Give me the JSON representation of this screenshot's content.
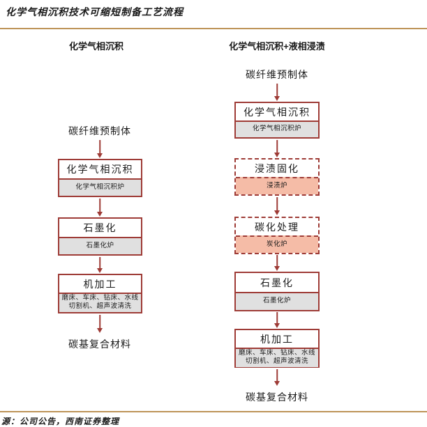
{
  "page": {
    "title": "化学气相沉积技术可缩短制备工艺流程",
    "footer": "源：公司公告，西南证券整理"
  },
  "colors": {
    "accent_line": "#BD9357",
    "box_border": "#9E3B36",
    "gray_fill": "#E0E0E0",
    "salmon_fill": "#F5BCA7",
    "arrow": "#9E3B36"
  },
  "left_flow": {
    "header": "化学气相沉积",
    "start_label": "碳纤维预制体",
    "end_label": "碳基复合材料",
    "steps": [
      {
        "name": "化学气相沉积",
        "equipment": "化学气相沉积炉",
        "style": "solid-gray"
      },
      {
        "name": "石墨化",
        "equipment": "石墨化炉",
        "style": "solid-gray"
      },
      {
        "name": "机加工",
        "equipment": "磨床、车床、钻床、水线切割机、超声波清洗",
        "style": "solid-gray"
      }
    ]
  },
  "right_flow": {
    "header": "化学气相沉积+液相浸渍",
    "start_label": "碳纤维预制体",
    "end_label": "碳基复合材料",
    "steps": [
      {
        "name": "化学气相沉积",
        "equipment": "化学气相沉积炉",
        "style": "solid-gray"
      },
      {
        "name": "浸渍固化",
        "equipment": "浸渍炉",
        "style": "dashed-salmon"
      },
      {
        "name": "碳化处理",
        "equipment": "炭化炉",
        "style": "dashed-salmon"
      },
      {
        "name": "石墨化",
        "equipment": "石墨化炉",
        "style": "solid-gray"
      },
      {
        "name": "机加工",
        "equipment": "磨床、车床、钻床、水线切割机、超声波清洗",
        "style": "solid-gray"
      }
    ]
  }
}
